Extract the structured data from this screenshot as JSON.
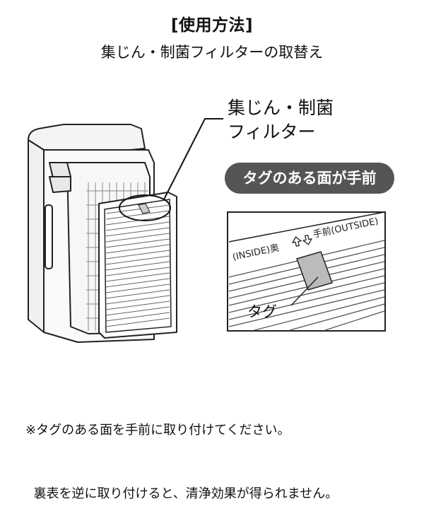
{
  "header": {
    "title": "[使用方法]",
    "subtitle": "集じん・制菌フィルターの取替え"
  },
  "callout": {
    "line1": "集じん・制菌",
    "line2": "フィルター"
  },
  "badge": {
    "label": "タグのある面が手前"
  },
  "detail": {
    "inside_label": "(INSIDE)奥",
    "outside_label": "手前(OUTSIDE)",
    "tag_label": "タグ"
  },
  "note": {
    "line1": "※タグのある面を手前に取り付けてください。",
    "line2": "  裏表を逆に取り付けると、清浄効果が得られません。"
  }
}
